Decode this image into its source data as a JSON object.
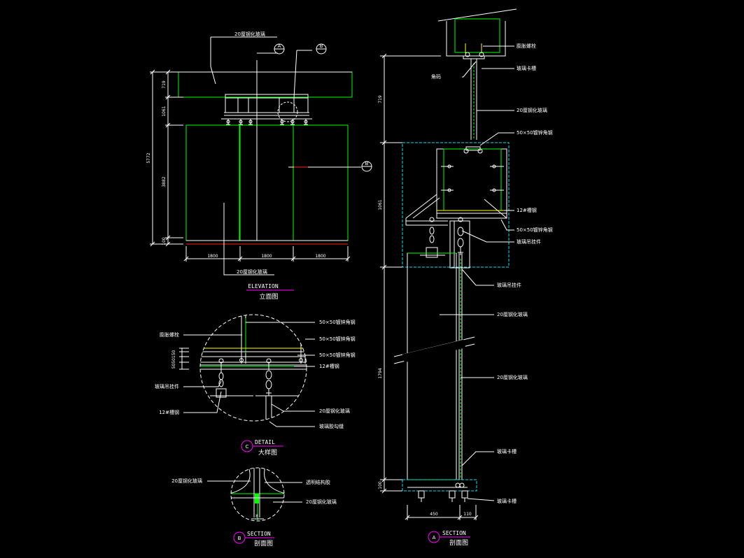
{
  "elevation": {
    "top_label": "20厘钢化玻璃",
    "bottom_label": "20厘钢化玻璃",
    "title": "ELEVATION",
    "subtitle": "立面图",
    "bubble_a": "A",
    "bubble_b1": "B",
    "bubble_b2": "B",
    "dims_left": [
      "719",
      "1061",
      "3882",
      "100"
    ],
    "dim_total": "5772",
    "dims_bottom": [
      "1800",
      "1800",
      "1800"
    ]
  },
  "detail": {
    "labels_left": [
      "膨胀螺栓",
      "玻璃吊挂件",
      "12#槽钢"
    ],
    "labels_right": [
      "50×50镀锌角钢",
      "50×50镀锌角钢",
      "50×50镀锌角钢",
      "12#槽钢",
      "20厘钢化玻璃",
      "玻璃胶勾缝"
    ],
    "dims_left": "5050150",
    "bubble": "C",
    "title": "DETAIL",
    "subtitle": "大样图"
  },
  "section_b": {
    "label_left": "20厘钢化玻璃",
    "labels_right": [
      "透明结构胶",
      "20厘钢化玻璃"
    ],
    "dim": "8",
    "bubble": "B",
    "title": "SECTION",
    "subtitle": "剖面图"
  },
  "section_a": {
    "labels": [
      "膨胀螺栓",
      "角码",
      "玻璃卡槽",
      "20厘钢化玻璃",
      "50×50镀锌角钢",
      "12#槽钢",
      "50×50镀锌角钢",
      "玻璃吊挂件",
      "玻璃吊挂件",
      "20厘钢化玻璃",
      "20厘钢化玻璃",
      "玻璃卡槽",
      "玻璃卡槽"
    ],
    "dims_left": [
      "719",
      "1061",
      "1794",
      "100"
    ],
    "dims_bottom": [
      "450",
      "110"
    ],
    "bubble": "A",
    "title": "SECTION",
    "subtitle": "剖面图"
  }
}
